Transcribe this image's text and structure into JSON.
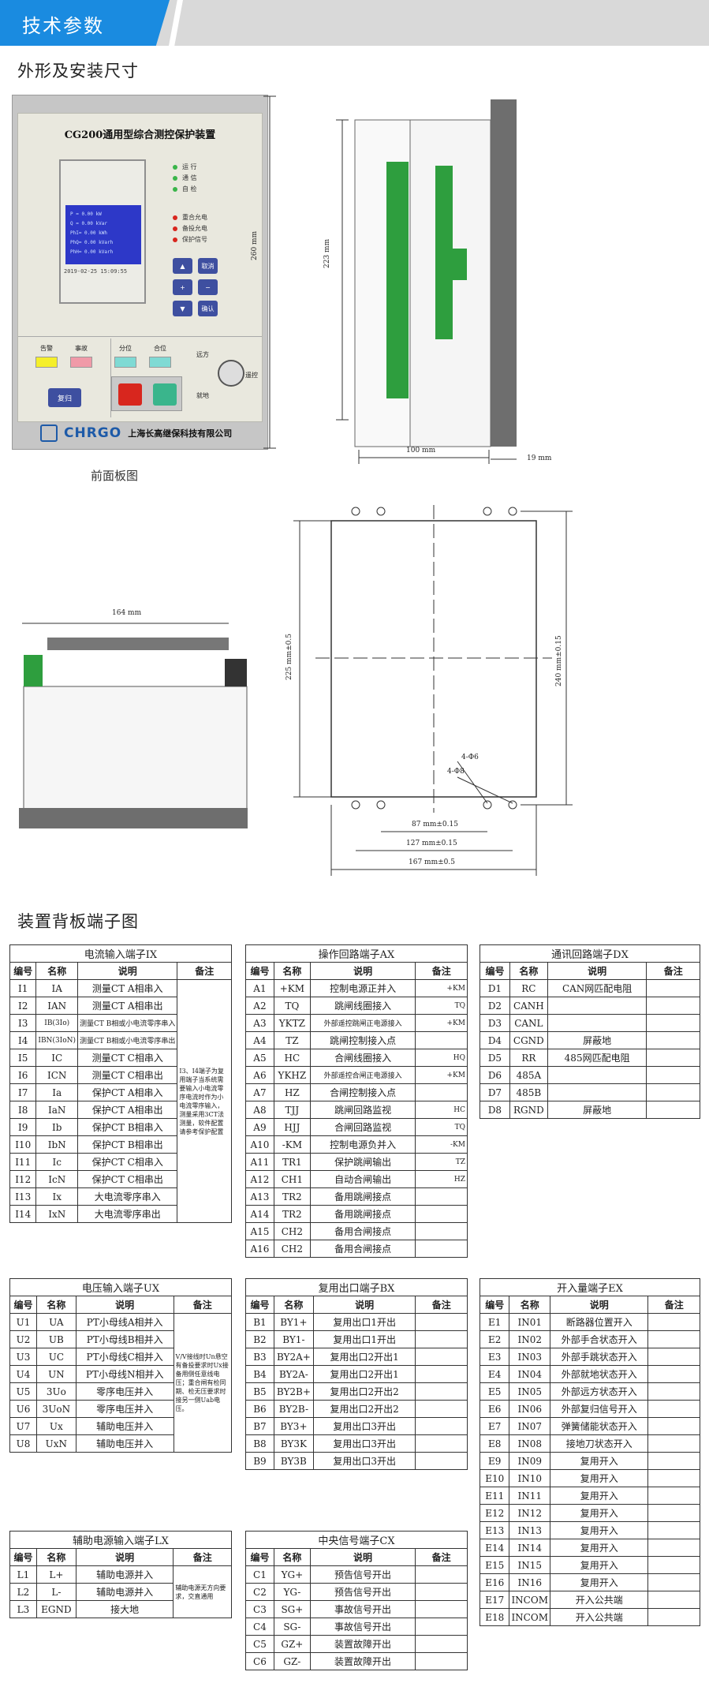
{
  "header": {
    "title": "技术参数"
  },
  "sections": {
    "outline": "外形及安装尺寸",
    "backplane": "装置背板端子图"
  },
  "front_panel": {
    "title": "CG200通用型综合测控保护装置",
    "leds": [
      "运  行",
      "通  信",
      "自  检"
    ],
    "leds2": [
      "重合允电",
      "备投允电",
      "保护信号"
    ],
    "lcd_lines": [
      "P  =     0.00 kW",
      "Q  =     0.00 kVar",
      "PhI=     0.00 kWh",
      "PhQ=     0.00 kVarh",
      "PhH=     0.00 kVarh"
    ],
    "lcd_date": "2019-02-25 15:09:55",
    "keys": {
      "up": "▲",
      "cancel": "取消",
      "plus": "+",
      "minus": "−",
      "down": "▼",
      "confirm": "确认"
    },
    "indicators": [
      "告警",
      "事故",
      "分位",
      "合位"
    ],
    "switch_labels": [
      "远方",
      "就地",
      "遥控"
    ],
    "reset": "复归",
    "brand": "CHRGO",
    "company": "上海长高继保科技有限公司",
    "caption": "前面板图"
  },
  "dimensions": {
    "d260": "260  mm",
    "d223": "223 mm",
    "d100": "100 mm",
    "d19": "19 mm",
    "d164": "164 mm",
    "d225": "225 mm±0.5",
    "d240": "240 mm±0.15",
    "phi6": "4-Φ6",
    "phi8": "4-Φ8",
    "d87": "87 mm±0.15",
    "d127": "127 mm±0.15",
    "d167": "167 mm±0.5"
  },
  "colors": {
    "accent": "#1a8be0",
    "lcd": "#2d38c8",
    "terminal_green": "#2e9e3e"
  },
  "tables": {
    "headers": {
      "no": "编号",
      "name": "名称",
      "desc": "说明",
      "note": "备注"
    },
    "ix": {
      "caption": "电流输入端子IX",
      "note": "I3、I4端子为复用端子当系统需要输入小电流零序电流时作为小电流零序输入，测量采用3CT法测量，软件配置请参考保护配置",
      "rows": [
        [
          "I1",
          "IA",
          "测量CT A相串入"
        ],
        [
          "I2",
          "IAN",
          "测量CT A相串出"
        ],
        [
          "I3",
          "IB(3Io)",
          "测量CT B相或小电流零序串入"
        ],
        [
          "I4",
          "IBN(3IoN)",
          "测量CT B相或小电流零序串出"
        ],
        [
          "I5",
          "IC",
          "测量CT C相串入"
        ],
        [
          "I6",
          "ICN",
          "测量CT C相串出"
        ],
        [
          "I7",
          "Ia",
          "保护CT A相串入"
        ],
        [
          "I8",
          "IaN",
          "保护CT A相串出"
        ],
        [
          "I9",
          "Ib",
          "保护CT B相串入"
        ],
        [
          "I10",
          "IbN",
          "保护CT B相串出"
        ],
        [
          "I11",
          "Ic",
          "保护CT C相串入"
        ],
        [
          "I12",
          "IcN",
          "保护CT C相串出"
        ],
        [
          "I13",
          "Ix",
          "大电流零序串入"
        ],
        [
          "I14",
          "IxN",
          "大电流零序串出"
        ]
      ]
    },
    "ax": {
      "caption": "操作回路端子AX",
      "rows": [
        [
          "A1",
          "+KM",
          "控制电源正并入",
          "+KM"
        ],
        [
          "A2",
          "TQ",
          "跳闸线圈接入",
          "TQ"
        ],
        [
          "A3",
          "YKTZ",
          "外部遥控跳闸正电源接入",
          "+KM"
        ],
        [
          "A4",
          "TZ",
          "跳闸控制接入点",
          ""
        ],
        [
          "A5",
          "HC",
          "合闸线圈接入",
          "HQ"
        ],
        [
          "A6",
          "YKHZ",
          "外部遥控合闸正电源接入",
          "+KM"
        ],
        [
          "A7",
          "HZ",
          "合闸控制接入点",
          ""
        ],
        [
          "A8",
          "TJJ",
          "跳闸回路监视",
          "HC"
        ],
        [
          "A9",
          "HJJ",
          "合闸回路监视",
          "TQ"
        ],
        [
          "A10",
          "-KM",
          "控制电源负并入",
          "-KM"
        ],
        [
          "A11",
          "TR1",
          "保护跳闸输出",
          "TZ"
        ],
        [
          "A12",
          "CH1",
          "自动合闸输出",
          "HZ"
        ],
        [
          "A13",
          "TR2",
          "备用跳闸接点",
          ""
        ],
        [
          "A14",
          "TR2",
          "备用跳闸接点",
          ""
        ],
        [
          "A15",
          "CH2",
          "备用合闸接点",
          ""
        ],
        [
          "A16",
          "CH2",
          "备用合闸接点",
          ""
        ]
      ]
    },
    "dx": {
      "caption": "通讯回路端子DX",
      "rows": [
        [
          "D1",
          "RC",
          "CAN网匹配电阻"
        ],
        [
          "D2",
          "CANH",
          ""
        ],
        [
          "D3",
          "CANL",
          ""
        ],
        [
          "D4",
          "CGND",
          "屏蔽地"
        ],
        [
          "D5",
          "RR",
          "485网匹配电阻"
        ],
        [
          "D6",
          "485A",
          ""
        ],
        [
          "D7",
          "485B",
          ""
        ],
        [
          "D8",
          "RGND",
          "屏蔽地"
        ]
      ]
    },
    "ux": {
      "caption": "电压输入端子UX",
      "note": "V/V接线时Un悬空有备投要求时Ux接备用侧任意线电压；重合闸有检同期、检无压要求时接另一侧Uab电压。",
      "rows": [
        [
          "U1",
          "UA",
          "PT小母线A相并入"
        ],
        [
          "U2",
          "UB",
          "PT小母线B相并入"
        ],
        [
          "U3",
          "UC",
          "PT小母线C相并入"
        ],
        [
          "U4",
          "UN",
          "PT小母线N相并入"
        ],
        [
          "U5",
          "3Uo",
          "零序电压并入"
        ],
        [
          "U6",
          "3UoN",
          "零序电压并入"
        ],
        [
          "U7",
          "Ux",
          "辅助电压并入"
        ],
        [
          "U8",
          "UxN",
          "辅助电压并入"
        ]
      ]
    },
    "bx": {
      "caption": "复用出口端子BX",
      "rows": [
        [
          "B1",
          "BY1+",
          "复用出口1开出"
        ],
        [
          "B2",
          "BY1-",
          "复用出口1开出"
        ],
        [
          "B3",
          "BY2A+",
          "复用出口2开出1"
        ],
        [
          "B4",
          "BY2A-",
          "复用出口2开出1"
        ],
        [
          "B5",
          "BY2B+",
          "复用出口2开出2"
        ],
        [
          "B6",
          "BY2B-",
          "复用出口2开出2"
        ],
        [
          "B7",
          "BY3+",
          "复用出口3开出"
        ],
        [
          "B8",
          "BY3K",
          "复用出口3开出"
        ],
        [
          "B9",
          "BY3B",
          "复用出口3开出"
        ]
      ]
    },
    "ex": {
      "caption": "开入量端子EX",
      "rows": [
        [
          "E1",
          "IN01",
          "断路器位置开入"
        ],
        [
          "E2",
          "IN02",
          "外部手合状态开入"
        ],
        [
          "E3",
          "IN03",
          "外部手跳状态开入"
        ],
        [
          "E4",
          "IN04",
          "外部就地状态开入"
        ],
        [
          "E5",
          "IN05",
          "外部远方状态开入"
        ],
        [
          "E6",
          "IN06",
          "外部复归信号开入"
        ],
        [
          "E7",
          "IN07",
          "弹簧储能状态开入"
        ],
        [
          "E8",
          "IN08",
          "接地刀状态开入"
        ],
        [
          "E9",
          "IN09",
          "复用开入"
        ],
        [
          "E10",
          "IN10",
          "复用开入"
        ],
        [
          "E11",
          "IN11",
          "复用开入"
        ],
        [
          "E12",
          "IN12",
          "复用开入"
        ],
        [
          "E13",
          "IN13",
          "复用开入"
        ],
        [
          "E14",
          "IN14",
          "复用开入"
        ],
        [
          "E15",
          "IN15",
          "复用开入"
        ],
        [
          "E16",
          "IN16",
          "复用开入"
        ],
        [
          "E17",
          "INCOM",
          "开入公共端"
        ],
        [
          "E18",
          "INCOM",
          "开入公共端"
        ]
      ]
    },
    "lx": {
      "caption": "辅助电源输入端子LX",
      "note": "辅助电源无方向要求，交直通用",
      "rows": [
        [
          "L1",
          "L+",
          "辅助电源并入"
        ],
        [
          "L2",
          "L-",
          "辅助电源并入"
        ],
        [
          "L3",
          "EGND",
          "接大地"
        ]
      ]
    },
    "cx": {
      "caption": "中央信号端子CX",
      "rows": [
        [
          "C1",
          "YG+",
          "预告信号开出"
        ],
        [
          "C2",
          "YG-",
          "预告信号开出"
        ],
        [
          "C3",
          "SG+",
          "事故信号开出"
        ],
        [
          "C4",
          "SG-",
          "事故信号开出"
        ],
        [
          "C5",
          "GZ+",
          "装置故障开出"
        ],
        [
          "C6",
          "GZ-",
          "装置故障开出"
        ]
      ]
    }
  }
}
